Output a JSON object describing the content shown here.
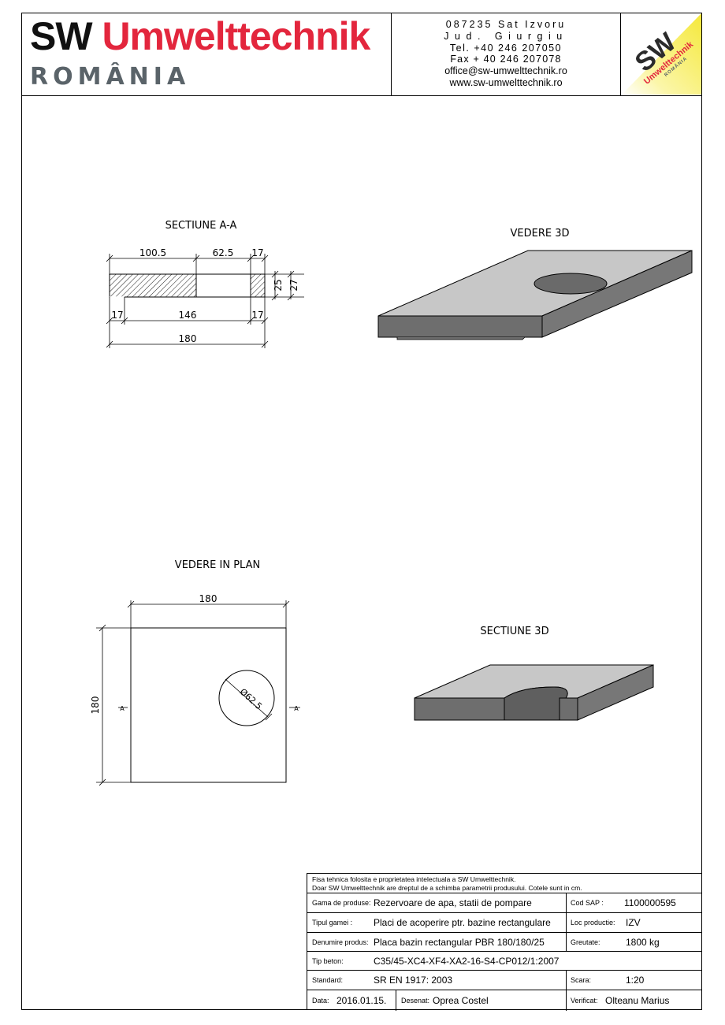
{
  "header": {
    "brand_sw": "SW",
    "brand_um": "Umwelttechnik",
    "country": "ROMÂNIA",
    "contact": {
      "postal": "087235 Sat Izvoru",
      "county": "Jud. Giurgiu",
      "tel": "Tel. +40 246 207050",
      "fax": "Fax + 40 246 207078",
      "email": "office@sw-umwelttechnik.ro",
      "web": "www.sw-umwelttechnik.ro"
    },
    "logo": {
      "sw": "SW",
      "line1": "Umwelttechnik",
      "line2": "ROMÂNIA"
    }
  },
  "colors": {
    "brand_red": "#e3263d",
    "brand_gray": "#5a6369",
    "logo_yellow": "#f5e83a",
    "concrete": "#bdbdbd"
  },
  "drawings": {
    "section_aa": {
      "title": "SECTIUNE A-A",
      "dim_top": [
        "100.5",
        "62.5",
        "17"
      ],
      "dim_right": [
        "25",
        "27"
      ],
      "dim_bottom": [
        "17",
        "146",
        "17"
      ],
      "dim_total": "180"
    },
    "view_3d": {
      "title": "VEDERE 3D"
    },
    "plan_view": {
      "title": "VEDERE IN PLAN",
      "width": "180",
      "height": "180",
      "hole": "Ø62.5",
      "section_mark": "A"
    },
    "section_3d": {
      "title": "SECTIUNE 3D"
    }
  },
  "title_block": {
    "note_line1": "Fisa tehnica folosita e proprietatea intelectuala a SW Umwelttechnik.",
    "note_line2": "Doar SW Umwelttechnik are dreptul de a schimba parametrii produsului. Cotele sunt in cm.",
    "gama_label": "Gama de produse:",
    "gama_value": "Rezervoare de apa, statii de pompare",
    "cod_label": "Cod SAP :",
    "cod_value": "1100000595",
    "tip_label": "Tipul gamei :",
    "tip_value": "Placi de acoperire ptr. bazine rectangulare",
    "loc_label": "Loc productie:",
    "loc_value": "IZV",
    "den_label": "Denumire produs:",
    "den_value": "Placa bazin rectangular PBR 180/180/25",
    "greut_label": "Greutate:",
    "greut_value": "1800 kg",
    "beton_label": "Tip beton:",
    "beton_value": "C35/45-XC4-XF4-XA2-16-S4-CP012/1:2007",
    "std_label": "Standard:",
    "std_value": "SR EN 1917: 2003",
    "scara_label": "Scara:",
    "scara_value": "1:20",
    "data_label": "Data:",
    "data_value": "2016.01.15.",
    "desen_label": "Desenat:",
    "desen_value": "Oprea Costel",
    "verif_label": "Verificat:",
    "verif_value": "Olteanu Marius"
  }
}
